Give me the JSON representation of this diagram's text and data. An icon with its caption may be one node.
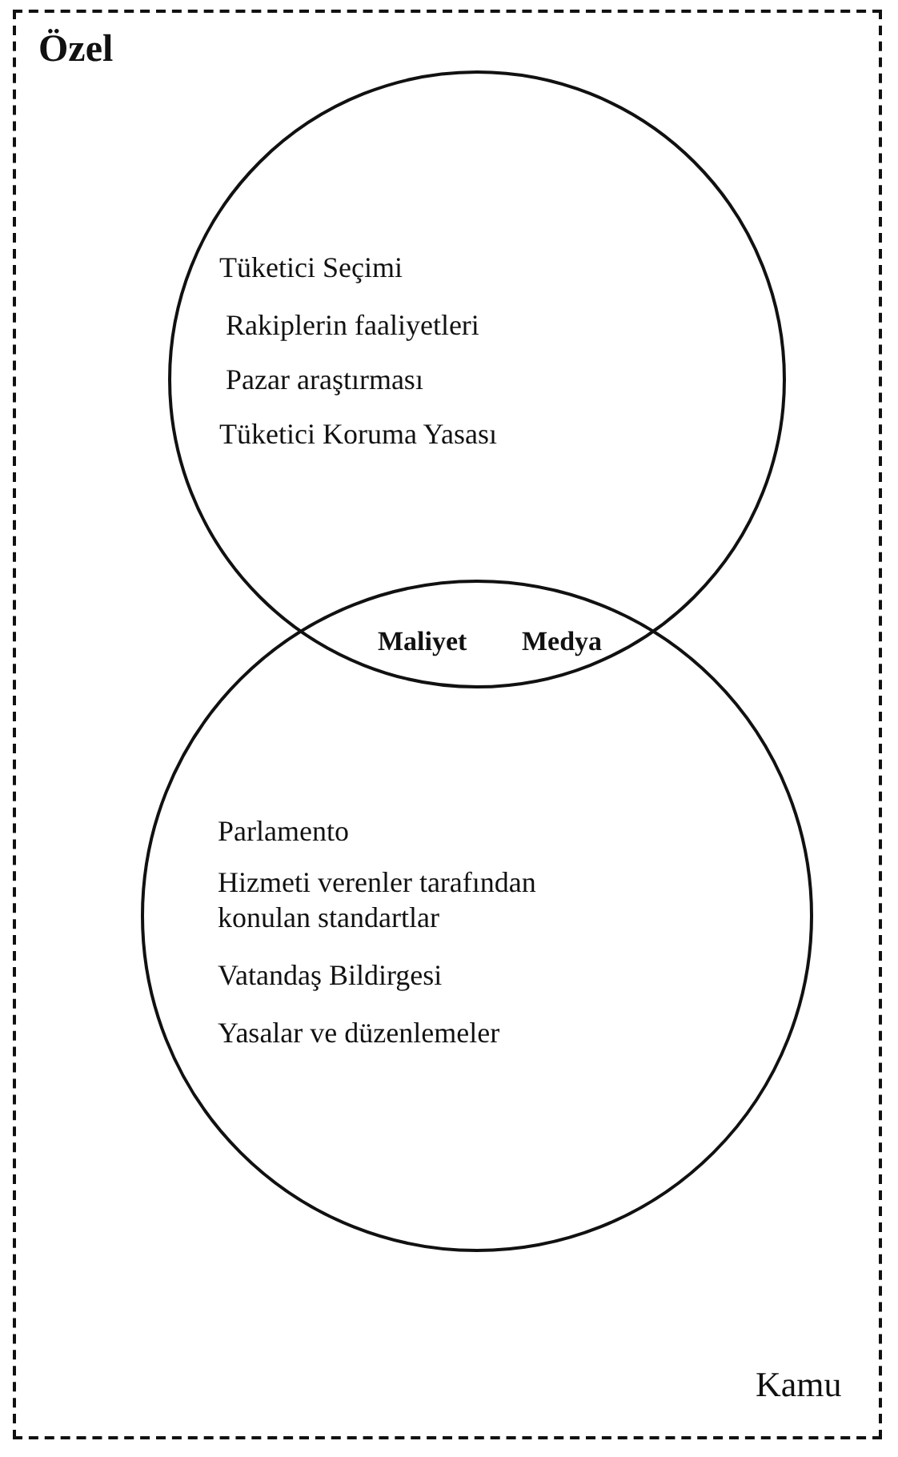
{
  "diagram": {
    "nodes": [
      {
        "text": [
          "Özel",
          "Kamu"
        ]
      },
      {
        "text": [
          "Tüketici Seçimi",
          "Rakiplerin faaliyetleri",
          "Pazar araştırması",
          "Tüketici Koruma Yasası"
        ],
        "in": 0
      },
      {
        "text": [
          "Parlamento",
          "Hizmeti verenler tarafından konulan standartlar",
          "Vatandaş Bildirgesi",
          "Yasalar ve düzenlemeler"
        ],
        "in": 0
      }
    ],
    "labels": [
      "Maliyet",
      "Medya"
    ]
  }
}
